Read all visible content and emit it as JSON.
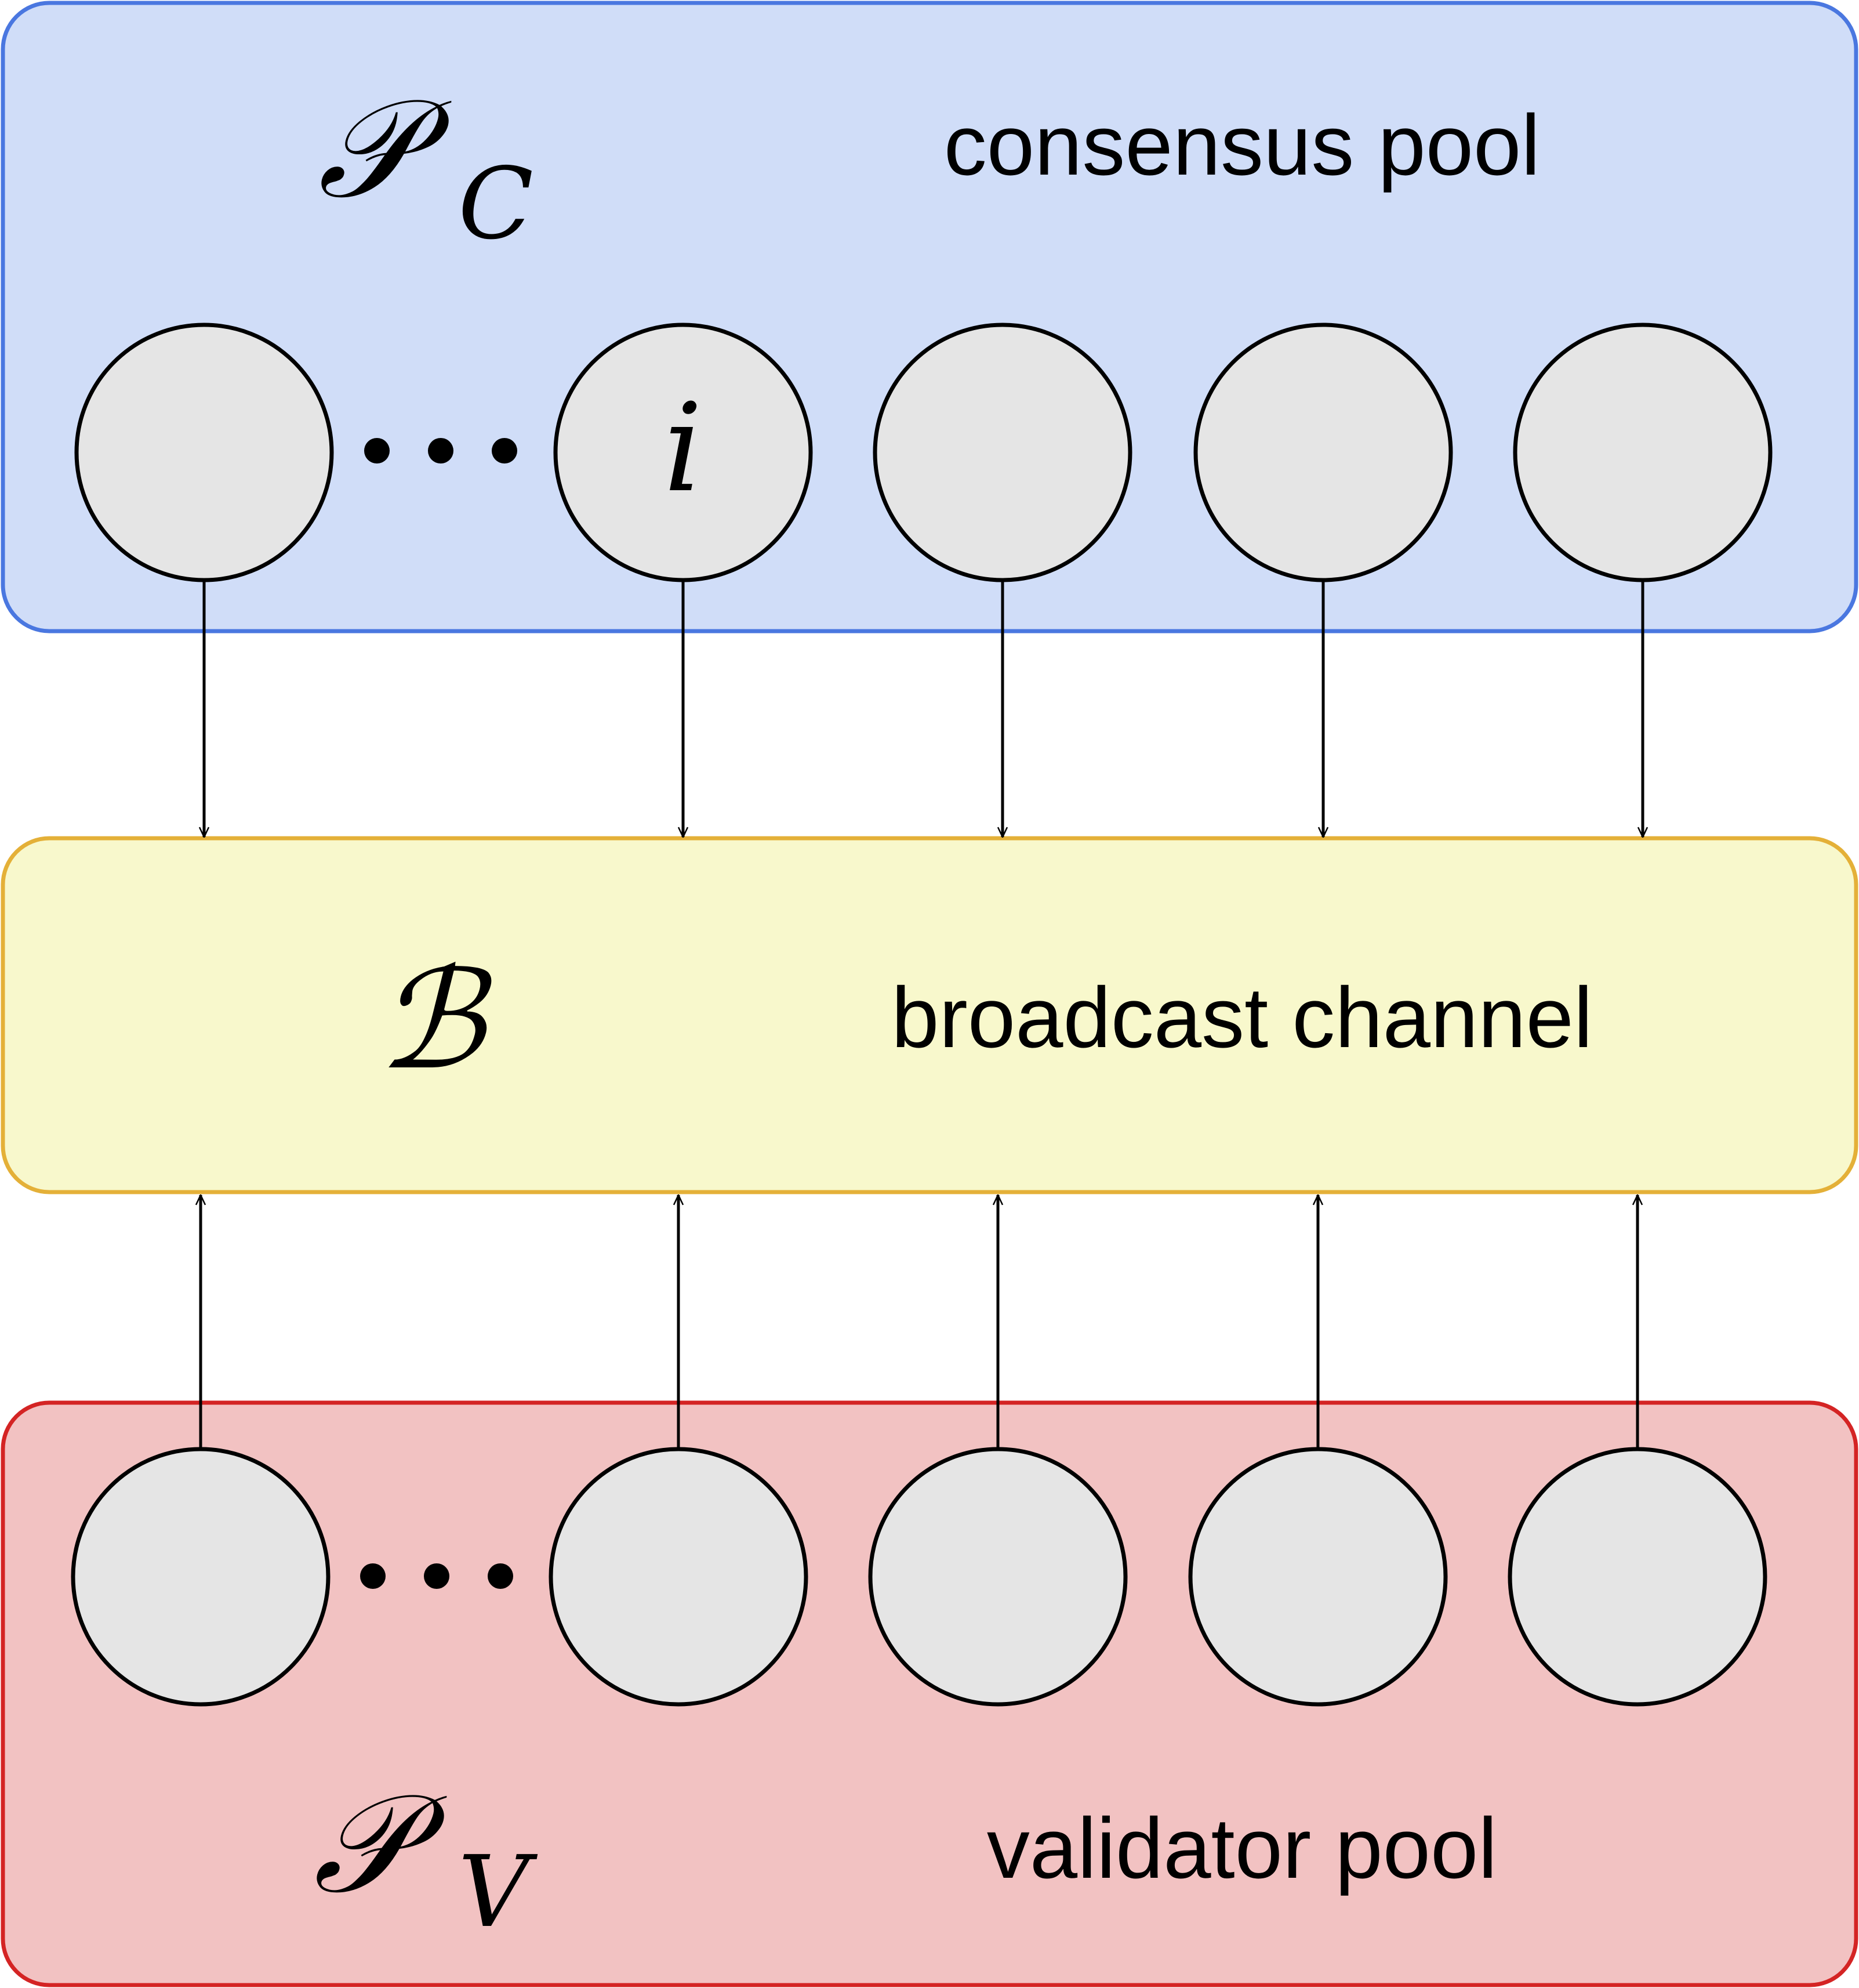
{
  "consensus_pool": {
    "symbol": "𝒫",
    "subscript": "C",
    "label": "consensus pool",
    "fill": "#d0ddf8",
    "stroke": "#4a77e0",
    "nodes": [
      "",
      "i",
      "",
      "",
      ""
    ],
    "ellipsis": "⋯"
  },
  "broadcast_channel": {
    "symbol": "ℬ",
    "label": "broadcast channel",
    "fill": "#f8f8cc",
    "stroke": "#e4b038"
  },
  "validator_pool": {
    "symbol": "𝒫",
    "subscript": "V",
    "label": "validator pool",
    "fill": "#f2c2c2",
    "stroke": "#d42424",
    "nodes": [
      "",
      "",
      "",
      "",
      ""
    ],
    "ellipsis": "⋯"
  },
  "node_fill": "#e5e5e5"
}
